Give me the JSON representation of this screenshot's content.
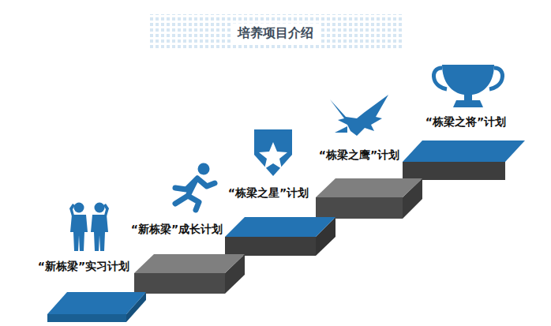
{
  "diagram": {
    "title": "培养项目介绍",
    "labels": [
      "“新栋梁”实习计划",
      "“新栋梁”成长计划",
      "“栋梁之星”计划",
      "“栋梁之鹰”计划",
      "“栋梁之将”计划"
    ]
  }
}
